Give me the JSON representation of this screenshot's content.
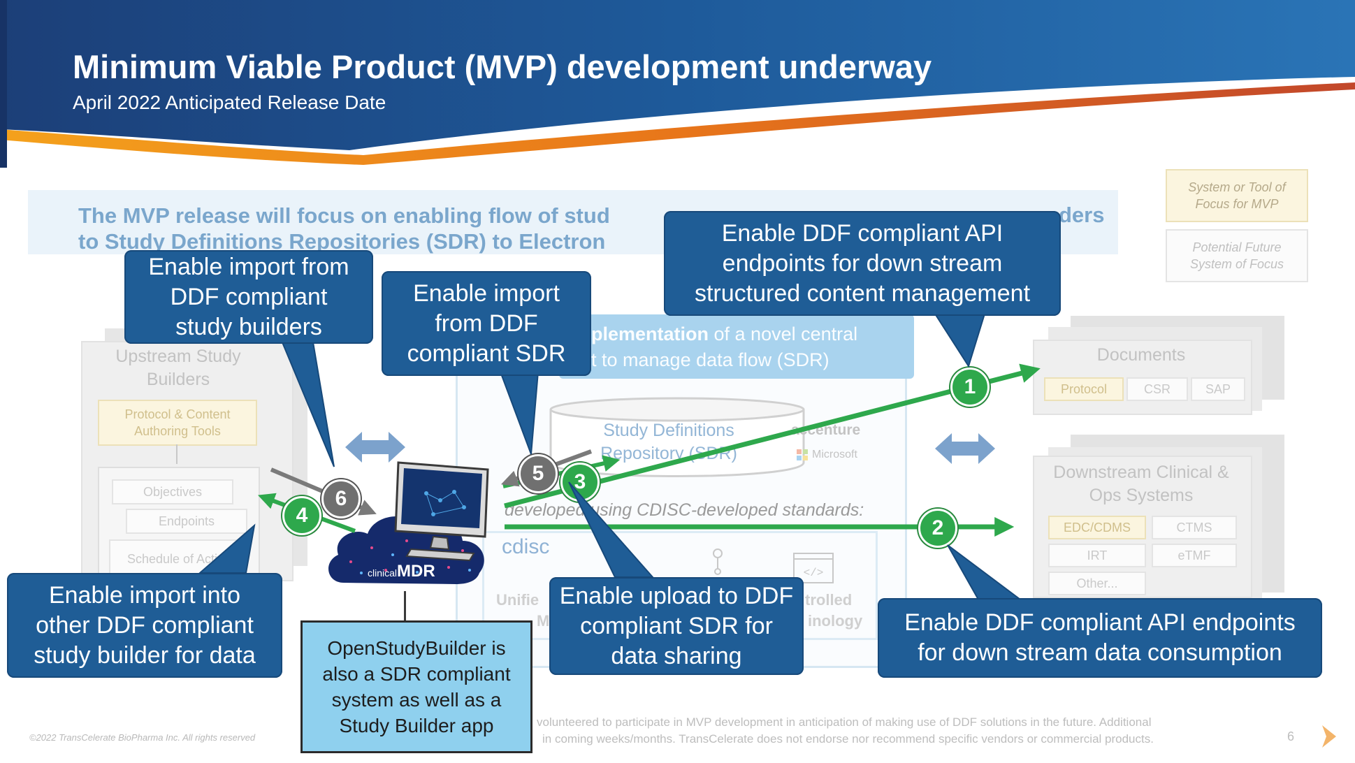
{
  "header": {
    "title": "Minimum Viable Product (MVP) development underway",
    "subtitle": "April 2022 Anticipated Release Date"
  },
  "headline": {
    "line1": "The MVP release will focus on enabling flow of stud",
    "line1_right": "ders",
    "line2": "to Study Definitions Repositories (SDR) to Electron"
  },
  "legend": {
    "mvp": "System  or  Tool of Focus  for  MVP",
    "future": "Potential  Future System  of Focus"
  },
  "upstream": {
    "title": "Upstream Study Builders",
    "tools_label": "Protocol & Content Authoring Tools",
    "items": [
      "Objectives",
      "Endpoints",
      "Schedule of Activi"
    ]
  },
  "sdr": {
    "banner_bold": "plementation",
    "banner_line1": " of a novel central",
    "banner_line2": "t to manage data flow (SDR)",
    "db_label": "Study Definitions Repository (SDR)",
    "vendor1": "accenture",
    "vendor2": "Microsoft",
    "standards": "developed using CDISC-developed standards:",
    "cdisc": "cdisc",
    "unified": "Unifie",
    "unified2": "M",
    "controlled": "trolled",
    "terminology": "inology"
  },
  "documents": {
    "title": "Documents",
    "items": [
      "Protocol",
      "CSR",
      "SAP"
    ]
  },
  "downstream": {
    "title": "Downstream Clinical & Ops Systems",
    "items": [
      "EDC/CDMS",
      "CTMS",
      "IRT",
      "eTMF",
      "Other..."
    ]
  },
  "mdr": {
    "brand": "clinical",
    "brand_bold": "MDR"
  },
  "callouts": {
    "import_builders": "Enable import from DDF compliant study builders",
    "import_sdr": "Enable import from DDF compliant SDR",
    "api_content": "Enable DDF compliant API endpoints for down stream structured content management",
    "import_other": "Enable import into other DDF compliant study builder for data",
    "upload_sdr": "Enable upload to DDF compliant SDR for data sharing",
    "api_data": "Enable DDF compliant API endpoints for down stream data consumption",
    "openstudy": "OpenStudyBuilder is also a SDR compliant system as well as a Study Builder app"
  },
  "badges": [
    "1",
    "2",
    "3",
    "4",
    "5",
    "6"
  ],
  "footer": {
    "copyright": "©2022 TransCelerate BioPharma Inc.  All rights reserved",
    "note1": "volunteered  to participate in MVP development in anticipation of making use of DDF solutions in the future.  Additional",
    "note2": "in coming weeks/months.  TransCelerate does not endorse nor recommend specific vendors or commercial products.",
    "page": "6"
  },
  "colors": {
    "banner_blue": "#1a4f8a",
    "accent_orange": "#f08a1c",
    "callout_blue": "#1f5d96",
    "arrow_green": "#2ea84c",
    "openstudy_fill": "#8fd0ee"
  }
}
